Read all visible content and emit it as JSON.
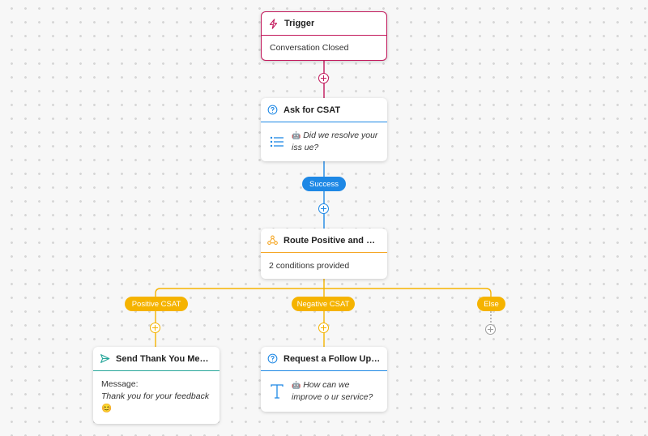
{
  "trigger": {
    "title": "Trigger",
    "event": "Conversation Closed"
  },
  "ask_csat": {
    "title": "Ask for CSAT",
    "bot_emoji": "🤖",
    "question": "Did we resolve your iss ue?"
  },
  "success_label": "Success",
  "route": {
    "title": "Route Positive and Nega...",
    "summary": "2 conditions provided"
  },
  "branches": {
    "positive": "Positive CSAT",
    "negative": "Negative CSAT",
    "else": "Else"
  },
  "send_thanks": {
    "title": "Send Thank You Messa...",
    "message_label": "Message:",
    "message": "Thank you for your feedback",
    "emoji": "😊"
  },
  "followup": {
    "title": "Request a Follow Up Fee...",
    "bot_emoji": "🤖",
    "question": "How can we improve o ur service?"
  },
  "colors": {
    "trigger": "#c2185b",
    "ask": "#1e88e5",
    "route": "#f5a623",
    "branch": "#f5b300",
    "send": "#26a69a",
    "inactive": "#9e9e9e"
  },
  "icons": {
    "trigger": "lightning-icon",
    "ask": "question-circle-icon",
    "route": "branch-nodes-icon",
    "send": "send-icon",
    "list": "list-icon",
    "text": "text-icon"
  }
}
